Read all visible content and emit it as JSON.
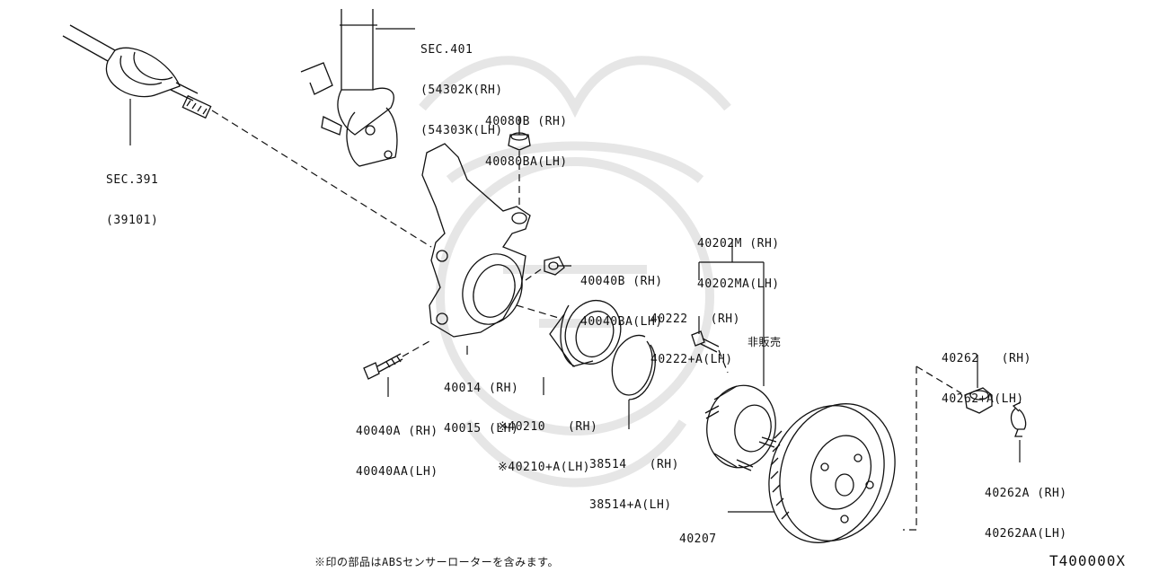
{
  "diagram_code": "T400000X",
  "footnote": "※印の部品はABSセンサーローターを含みます。",
  "not_sold": "非販売",
  "labels": {
    "sec401": [
      "SEC.401",
      "(54302K(RH)",
      "(54303K(LH)"
    ],
    "sec391": [
      "SEC.391",
      "(39101)"
    ],
    "p40080": [
      "40080B (RH)",
      "40080BA(LH)"
    ],
    "p40202": [
      "40202M (RH)",
      "40202MA(LH)"
    ],
    "p40040b": [
      "40040B (RH)",
      "40040BA(LH)"
    ],
    "p40222": [
      "40222   (RH)",
      "40222+A(LH)"
    ],
    "p40014": [
      "40014 (RH)",
      "40015 (LH)"
    ],
    "p40040a": [
      "40040A (RH)",
      "40040AA(LH)"
    ],
    "p40210": [
      "※40210   (RH)",
      "※40210+A(LH)"
    ],
    "p38514": [
      "38514   (RH)",
      "38514+A(LH)"
    ],
    "p40262": [
      "40262   (RH)",
      "40262+A(LH)"
    ],
    "p40262a": [
      "40262A (RH)",
      "40262AA(LH)"
    ],
    "p40207": [
      "40207"
    ]
  },
  "colors": {
    "ink": "#111111",
    "watermark": "#e4e4e4"
  }
}
